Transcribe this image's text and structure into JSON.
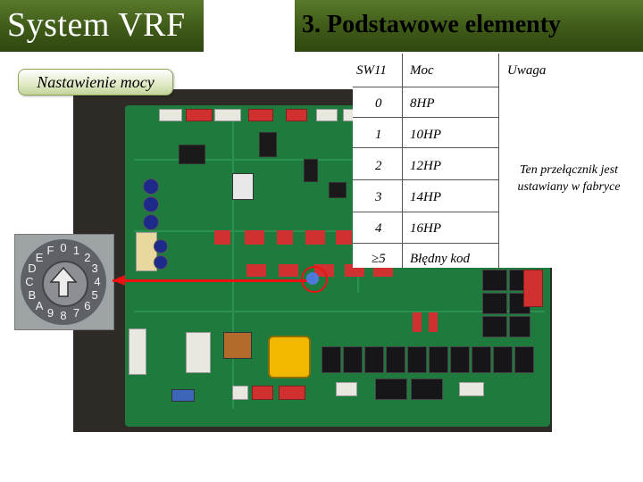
{
  "header": {
    "title": "System VRF",
    "section_title": "3. Podstawowe elementy"
  },
  "label": {
    "power_setting": "Nastawienie mocy"
  },
  "dial": {
    "digits": [
      "0",
      "1",
      "2",
      "3",
      "4",
      "5",
      "6",
      "7",
      "8",
      "9",
      "A",
      "B",
      "C",
      "D",
      "E",
      "F"
    ]
  },
  "table": {
    "headers": [
      "SW11",
      "Moc",
      "Uwaga"
    ],
    "rows": [
      {
        "sw": "0",
        "power": "8HP"
      },
      {
        "sw": "1",
        "power": "10HP"
      },
      {
        "sw": "2",
        "power": "12HP"
      },
      {
        "sw": "3",
        "power": "14HP"
      },
      {
        "sw": "4",
        "power": "16HP"
      },
      {
        "sw": "≥5",
        "power": "Błędny kod"
      }
    ],
    "note": "Ten przełącznik jest ustawiany w fabryce"
  },
  "colors": {
    "header_green": "#3e5a18",
    "pcb_green": "#1f7a3e",
    "marker_red": "#e11111"
  }
}
